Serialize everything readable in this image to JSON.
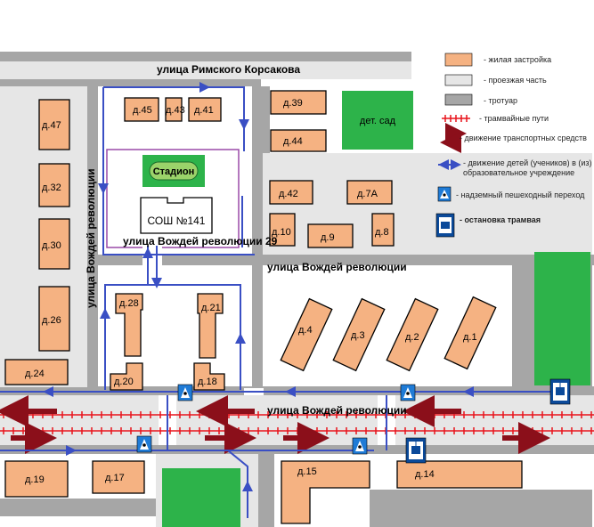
{
  "streets": {
    "rimsky_korsakov": "улица Римского Корсакова",
    "vozhdey_top": "улица Вождей революции",
    "vozhdey_vertical": "улица Вождей революции",
    "vozhdey_29": "улица Вождей революции 29",
    "vozhdey_main": "улица Вождей революции"
  },
  "buildings": {
    "d45": "д.45",
    "d43": "д.43",
    "d41": "д.41",
    "d39": "д.39",
    "d44": "д.44",
    "d47": "д.47",
    "d32": "д.32",
    "d30": "д.30",
    "d26": "д.26",
    "d24": "д.24",
    "d42": "д.42",
    "d7a": "д.7А",
    "d10": "д.10",
    "d9": "д.9",
    "d8": "д.8",
    "d28": "д.28",
    "d21": "д.21",
    "d20": "д.20",
    "d18": "д.18",
    "d4": "д.4",
    "d3": "д.3",
    "d2": "д.2",
    "d1": "д.1",
    "d19": "д.19",
    "d17": "д.17",
    "d15": "д.15",
    "d14": "д.14"
  },
  "places": {
    "kindergarten": "дет. сад",
    "stadium": "Стадион",
    "school": "СОШ №141"
  },
  "legend": [
    {
      "key": "residential",
      "label": "- жилая застройка",
      "color": "#f5b282"
    },
    {
      "key": "roadway",
      "label": "- проезжая часть",
      "color": "#e6e6e6"
    },
    {
      "key": "sidewalk",
      "label": "- тротуар",
      "color": "#a6a6a6"
    },
    {
      "key": "tram_tracks",
      "label": "- трамвайные пути",
      "color": "#e8141c"
    },
    {
      "key": "traffic",
      "label": "- движение транспортных средств",
      "color": "#8b0f1a"
    },
    {
      "key": "children",
      "label": "- движение детей (учеников) в (из) образовательное учреждение",
      "color": "#3a4fc4"
    },
    {
      "key": "crossing",
      "label": "- надземный пешеходный переход",
      "color": "#1f7bd6"
    },
    {
      "key": "tram_stop",
      "label": "- остановка трамвая",
      "color": "#0b4a9a"
    }
  ]
}
